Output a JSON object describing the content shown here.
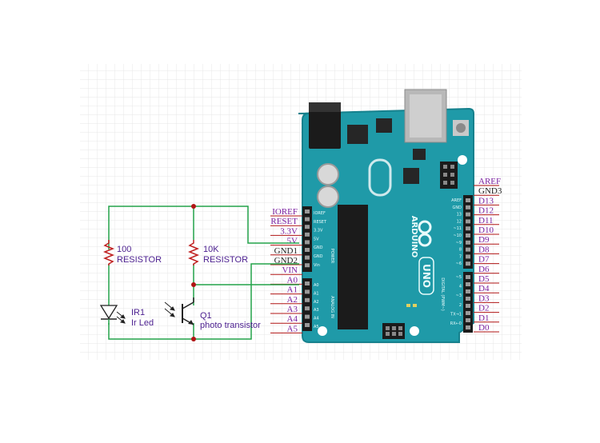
{
  "colors": {
    "wire": "#23a34a",
    "resistor": "#c02020",
    "component_label": "#4b1f8f",
    "pin_label": "#7a1fa0",
    "pin_line": "#b01515",
    "board": "#1f9aa8",
    "grid": "#e7e7e7"
  },
  "components": {
    "r1": {
      "value": "100",
      "type": "RESISTOR"
    },
    "r2": {
      "value": "10K",
      "type": "RESISTOR"
    },
    "ir1": {
      "ref": "IR1",
      "name": "Ir Led"
    },
    "q1": {
      "ref": "Q1",
      "name": "photo transistor"
    }
  },
  "header_left": [
    "IOREF",
    "RESET",
    "3.3V",
    "5V",
    "GND1",
    "GND2",
    "VIN",
    "A0",
    "A1",
    "A2",
    "A3",
    "A4",
    "A5"
  ],
  "header_right": [
    "AREF",
    "GND3",
    "D13",
    "D12",
    "D11",
    "D10",
    "D9",
    "D8",
    "D7",
    "D6",
    "D5",
    "D4",
    "D3",
    "D2",
    "D1",
    "D0"
  ],
  "board": {
    "brand": "ARDUINO",
    "model": "UNO",
    "power_label": "POWER",
    "analog_label": "ANALOG IN",
    "digital_label": "DIGITAL (PWM~)",
    "pin_silk_left": [
      "IOREF",
      "RESET",
      "3.3V",
      "5V",
      "GND",
      "GND",
      "Vin",
      "A0",
      "A1",
      "A2",
      "A3",
      "A4",
      "A5"
    ],
    "pin_silk_right": [
      "AREF",
      "GND",
      "13",
      "12",
      "~11",
      "~10",
      "~9",
      "8",
      "7",
      "~6",
      "~5",
      "4",
      "~3",
      "2",
      "TX→1",
      "RX←0"
    ]
  }
}
